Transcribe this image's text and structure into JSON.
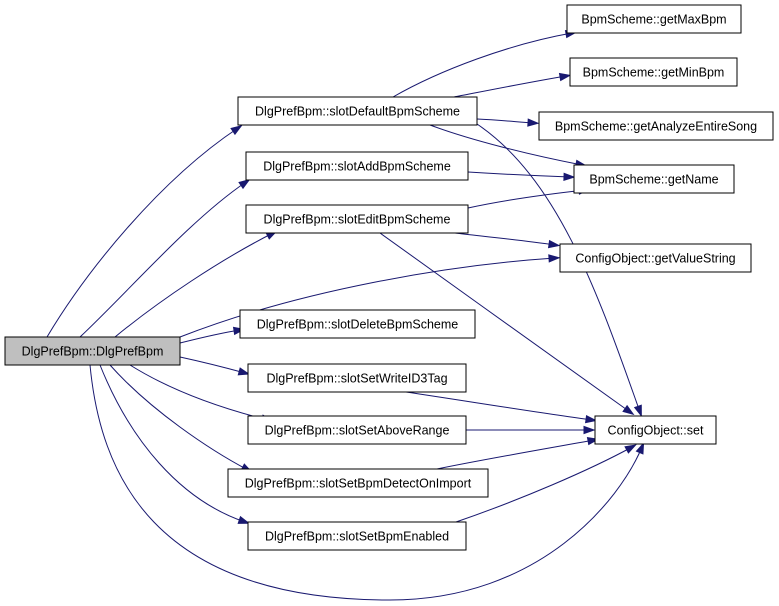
{
  "diagram": {
    "type": "call-graph",
    "colors": {
      "edge": "#191970",
      "root_fill": "#bfbfbf",
      "node_fill": "#ffffff",
      "node_border": "#000000"
    },
    "nodes": [
      {
        "id": "root",
        "label": "DlgPrefBpm::DlgPrefBpm"
      },
      {
        "id": "slotDefault",
        "label": "DlgPrefBpm::slotDefaultBpmScheme"
      },
      {
        "id": "slotAdd",
        "label": "DlgPrefBpm::slotAddBpmScheme"
      },
      {
        "id": "slotEdit",
        "label": "DlgPrefBpm::slotEditBpmScheme"
      },
      {
        "id": "slotDelete",
        "label": "DlgPrefBpm::slotDeleteBpmScheme"
      },
      {
        "id": "slotWrite",
        "label": "DlgPrefBpm::slotSetWriteID3Tag"
      },
      {
        "id": "slotAbove",
        "label": "DlgPrefBpm::slotSetAboveRange"
      },
      {
        "id": "slotDetect",
        "label": "DlgPrefBpm::slotSetBpmDetectOnImport"
      },
      {
        "id": "slotEnabled",
        "label": "DlgPrefBpm::slotSetBpmEnabled"
      },
      {
        "id": "getMaxBpm",
        "label": "BpmScheme::getMaxBpm"
      },
      {
        "id": "getMinBpm",
        "label": "BpmScheme::getMinBpm"
      },
      {
        "id": "getAnalyze",
        "label": "BpmScheme::getAnalyzeEntireSong"
      },
      {
        "id": "getName",
        "label": "BpmScheme::getName"
      },
      {
        "id": "getValueString",
        "label": "ConfigObject::getValueString"
      },
      {
        "id": "set",
        "label": "ConfigObject::set"
      }
    ],
    "edges": [
      {
        "from": "root",
        "to": "slotDefault"
      },
      {
        "from": "root",
        "to": "slotAdd"
      },
      {
        "from": "root",
        "to": "slotEdit"
      },
      {
        "from": "root",
        "to": "getValueString"
      },
      {
        "from": "root",
        "to": "slotDelete"
      },
      {
        "from": "root",
        "to": "slotWrite"
      },
      {
        "from": "root",
        "to": "slotAbove"
      },
      {
        "from": "root",
        "to": "slotDetect"
      },
      {
        "from": "root",
        "to": "slotEnabled"
      },
      {
        "from": "root",
        "to": "set"
      },
      {
        "from": "slotDefault",
        "to": "getMaxBpm"
      },
      {
        "from": "slotDefault",
        "to": "getMinBpm"
      },
      {
        "from": "slotDefault",
        "to": "getAnalyze"
      },
      {
        "from": "slotDefault",
        "to": "getName"
      },
      {
        "from": "slotDefault",
        "to": "set"
      },
      {
        "from": "slotAdd",
        "to": "getName"
      },
      {
        "from": "slotEdit",
        "to": "getName"
      },
      {
        "from": "slotEdit",
        "to": "getValueString"
      },
      {
        "from": "slotEdit",
        "to": "set"
      },
      {
        "from": "slotWrite",
        "to": "set"
      },
      {
        "from": "slotAbove",
        "to": "set"
      },
      {
        "from": "slotDetect",
        "to": "set"
      },
      {
        "from": "slotEnabled",
        "to": "set"
      }
    ]
  }
}
